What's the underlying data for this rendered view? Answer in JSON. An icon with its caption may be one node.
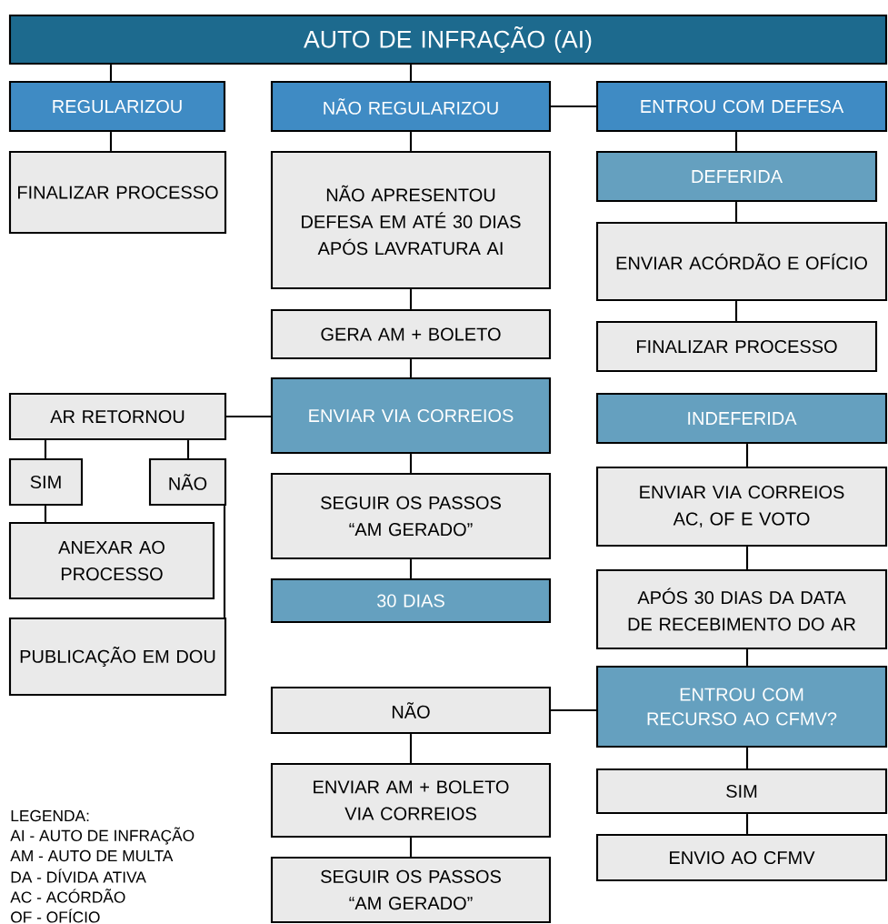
{
  "diagram": {
    "nodes": [
      {
        "text": [
          "AUTO DE INFRAÇÃO (AI)"
        ]
      },
      {
        "text": [
          "REGULARIZOU"
        ]
      },
      {
        "text": [
          "NÃO REGULARIZOU"
        ]
      },
      {
        "text": [
          "ENTROU COM DEFESA"
        ]
      },
      {
        "text": [
          "FINALIZAR PROCESSO"
        ]
      },
      {
        "text": [
          "NÃO APRESENTOU DEFESA EM ATÉ 30 DIAS APÓS LAVRATURA AI"
        ]
      },
      {
        "text": [
          "GERA AM + BOLETO"
        ]
      },
      {
        "text": [
          "ENVIAR VIA CORREIOS"
        ]
      },
      {
        "text": [
          "AR RETORNOU"
        ]
      },
      {
        "text": [
          "SIM"
        ]
      },
      {
        "text": [
          "NÃO"
        ]
      },
      {
        "text": [
          "ANEXAR AO PROCESSO"
        ]
      },
      {
        "text": [
          "PUBLICAÇÃO EM DOU"
        ]
      },
      {
        "text": [
          "SEGUIR OS PASSOS “AM GERADO”"
        ]
      },
      {
        "text": [
          "30 DIAS"
        ]
      },
      {
        "text": [
          "DEFERIDA"
        ]
      },
      {
        "text": [
          "ENVIAR ACÓRDÃO E OFÍCIO"
        ]
      },
      {
        "text": [
          "FINALIZAR PROCESSO"
        ]
      },
      {
        "text": [
          "INDEFERIDA"
        ]
      },
      {
        "text": [
          "ENVIAR VIA CORREIOS AC, OF E VOTO"
        ]
      },
      {
        "text": [
          "APÓS 30 DIAS DA DATA DE RECEBIMENTO DO AR"
        ]
      },
      {
        "text": [
          "ENTROU COM RECURSO AO CFMV?"
        ]
      },
      {
        "text": [
          "NÃO"
        ]
      },
      {
        "text": [
          "SIM"
        ]
      },
      {
        "text": [
          "ENVIO AO CFMV"
        ]
      },
      {
        "text": [
          "ENVIAR AM + BOLETO VIA CORREIOS"
        ]
      },
      {
        "text": [
          "SEGUIR OS PASSOS “AM GERADO”"
        ]
      }
    ],
    "edges": [
      {
        "from": 0,
        "to": 1,
        "arrow": "none"
      },
      {
        "from": 0,
        "to": 2,
        "arrow": "none"
      },
      {
        "from": 2,
        "to": 3,
        "arrow": "none"
      },
      {
        "from": 1,
        "to": 4,
        "arrow": "none"
      },
      {
        "from": 2,
        "to": 5,
        "arrow": "none"
      },
      {
        "from": 5,
        "to": 6,
        "arrow": "none"
      },
      {
        "from": 6,
        "to": 7,
        "arrow": "none"
      },
      {
        "from": 7,
        "to": 8,
        "arrow": "none"
      },
      {
        "from": 8,
        "to": 9,
        "arrow": "none"
      },
      {
        "from": 8,
        "to": 10,
        "arrow": "none"
      },
      {
        "from": 9,
        "to": 11,
        "arrow": "none"
      },
      {
        "from": 10,
        "to": 12,
        "arrow": "none"
      },
      {
        "from": 7,
        "to": 13,
        "arrow": "none"
      },
      {
        "from": 13,
        "to": 14,
        "arrow": "none"
      },
      {
        "from": 3,
        "to": 15,
        "arrow": "none"
      },
      {
        "from": 15,
        "to": 16,
        "arrow": "none"
      },
      {
        "from": 16,
        "to": 17,
        "arrow": "none"
      },
      {
        "from": 18,
        "to": 19,
        "arrow": "none"
      },
      {
        "from": 19,
        "to": 20,
        "arrow": "none"
      },
      {
        "from": 20,
        "to": 21,
        "arrow": "none"
      },
      {
        "from": 21,
        "to": 22,
        "arrow": "none"
      },
      {
        "from": 21,
        "to": 23,
        "arrow": "none"
      },
      {
        "from": 23,
        "to": 24,
        "arrow": "none"
      },
      {
        "from": 22,
        "to": 25,
        "arrow": "none"
      },
      {
        "from": 25,
        "to": 26,
        "arrow": "none"
      }
    ],
    "labels": [
      "LEGENDA:",
      "AI - AUTO DE INFRAÇÃO",
      "AM - AUTO DE MULTA",
      "DA - DÍVIDA ATIVA",
      "AC - ACÓRDÃO",
      "OF - OFÍCIO"
    ]
  }
}
